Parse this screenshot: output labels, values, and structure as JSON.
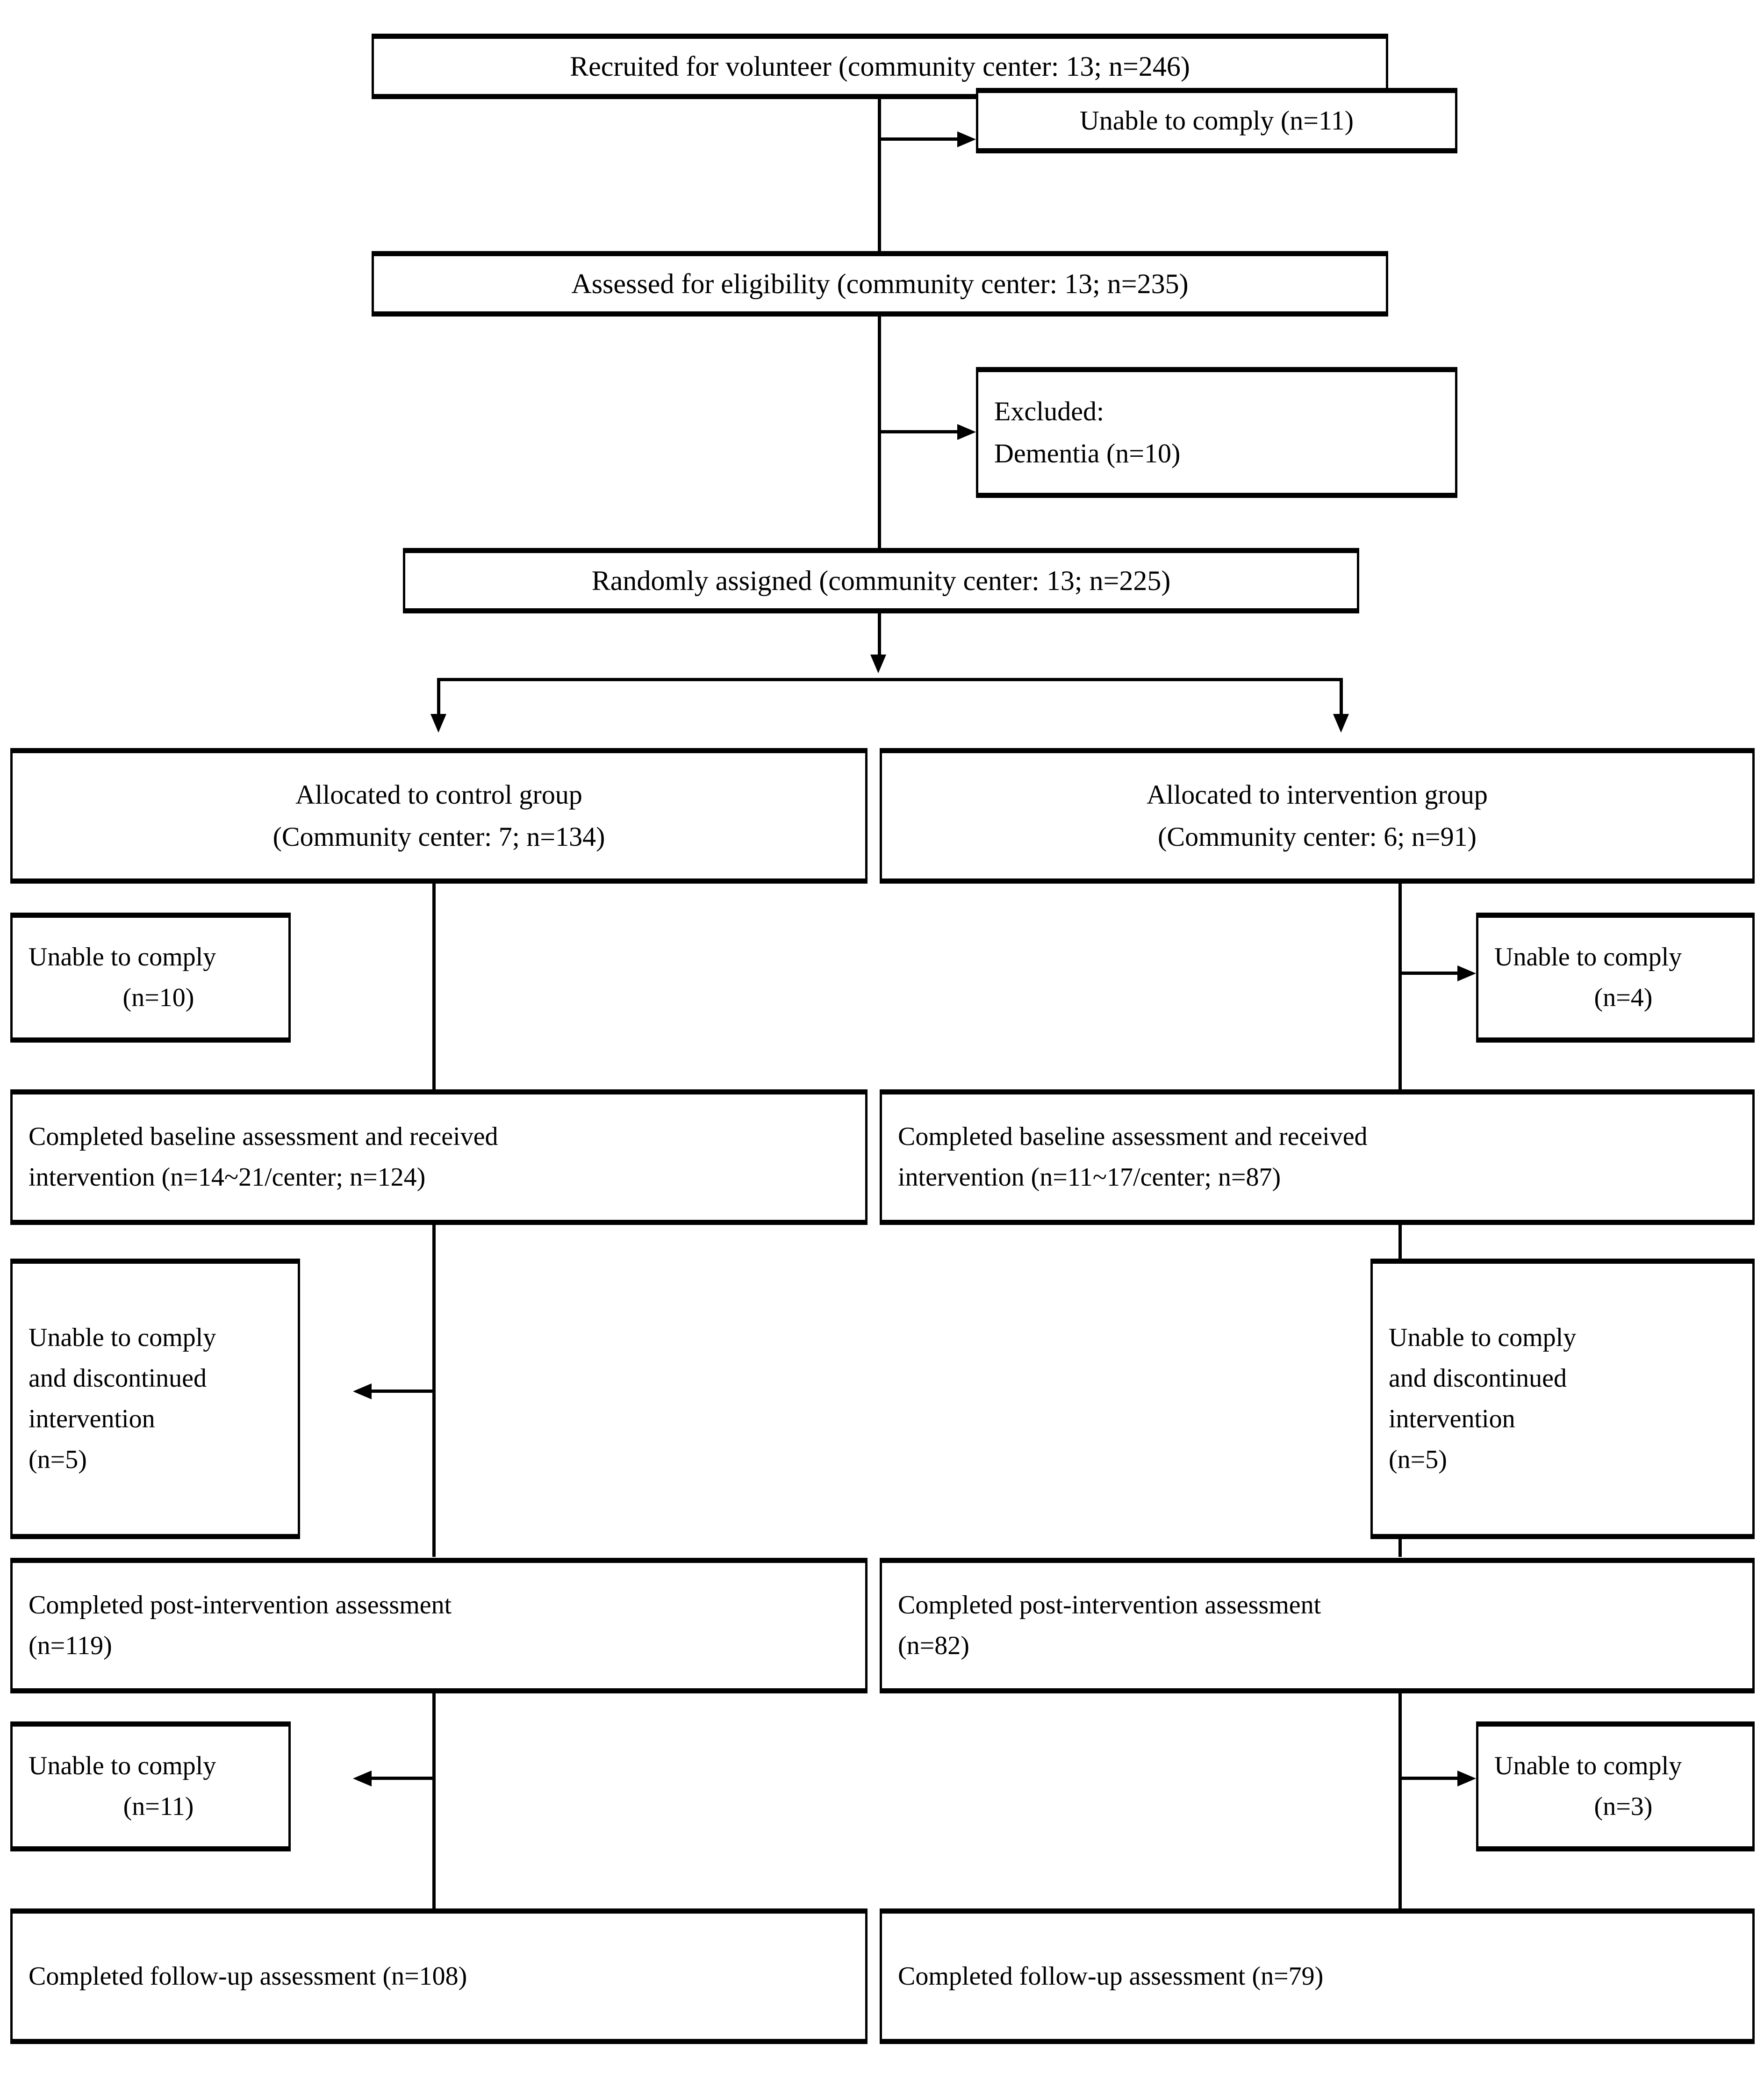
{
  "diagram": {
    "title": "CONSORT participant flow diagram",
    "type": "flowchart",
    "nodes": {
      "recruited": {
        "line1": "Recruited for volunteer (community center: 13; n=246)"
      },
      "unable_recruit": {
        "line1": "Unable to comply (n=11)"
      },
      "assessed": {
        "line1": "Assessed for eligibility (community center: 13; n=235)"
      },
      "excluded": {
        "line1": "Excluded:",
        "line2": "Dementia (n=10)"
      },
      "randomized": {
        "line1": "Randomly assigned (community center: 13; n=225)"
      },
      "alloc_control": {
        "line1": "Allocated to control group",
        "line2": "(Community center: 7; n=134)"
      },
      "alloc_intervention": {
        "line1": "Allocated to intervention group",
        "line2": "(Community center: 6; n=91)"
      },
      "unable_control_1": {
        "line1": "Unable to comply",
        "line2": "(n=10)"
      },
      "unable_intervention_1": {
        "line1": "Unable to comply",
        "line2": "(n=4)"
      },
      "baseline_control": {
        "line1": "Completed baseline assessment and received",
        "line2": "intervention (n=14~21/center; n=124)"
      },
      "baseline_intervention": {
        "line1": "Completed baseline assessment and received",
        "line2": "intervention (n=11~17/center; n=87)"
      },
      "discont_control": {
        "line1": "Unable to comply",
        "line2": "and discontinued",
        "line3": "intervention",
        "line4": "(n=5)"
      },
      "discont_intervention": {
        "line1": "Unable to comply",
        "line2": "and discontinued",
        "line3": "intervention",
        "line4": "(n=5)"
      },
      "post_control": {
        "line1": "Completed post-intervention assessment",
        "line2": "(n=119)"
      },
      "post_intervention": {
        "line1": "Completed post-intervention assessment",
        "line2": "(n=82)"
      },
      "unable_control_2": {
        "line1": "Unable to comply",
        "line2": "(n=11)"
      },
      "unable_intervention_2": {
        "line1": "Unable to comply",
        "line2": "(n=3)"
      },
      "followup_control": {
        "line1": "Completed follow-up assessment (n=108)"
      },
      "followup_intervention": {
        "line1": "Completed follow-up assessment (n=79)"
      }
    },
    "counts": {
      "recruited": 246,
      "unable_to_comply_recruitment": 11,
      "assessed_for_eligibility": 235,
      "excluded_dementia": 10,
      "randomized": 225,
      "control_allocated": 134,
      "intervention_allocated": 91,
      "control_unable_allocation": 10,
      "intervention_unable_allocation": 4,
      "control_baseline": 124,
      "intervention_baseline": 87,
      "control_discontinued": 5,
      "intervention_discontinued": 5,
      "control_post": 119,
      "intervention_post": 82,
      "control_unable_followup": 11,
      "intervention_unable_followup": 3,
      "control_followup": 108,
      "intervention_followup": 79,
      "community_centers_total": 13,
      "community_centers_control": 7,
      "community_centers_intervention": 6
    },
    "colors": {
      "line": "#000000",
      "box_fill": "#ffffff",
      "text": "#000000"
    }
  }
}
